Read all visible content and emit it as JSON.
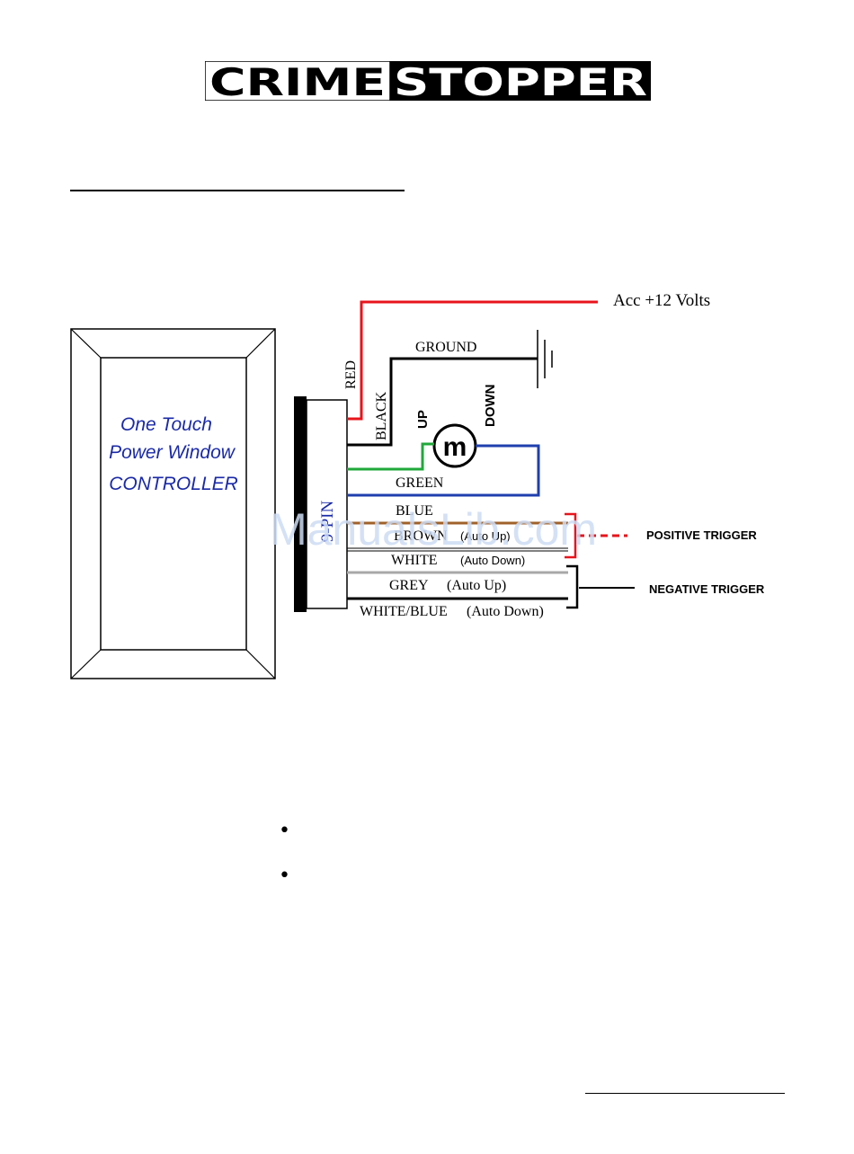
{
  "logo": {
    "part1": "CRIME",
    "part2": "STOPPER"
  },
  "controller": {
    "line1": "One Touch",
    "line2": "Power Window",
    "line3": "CONTROLLER"
  },
  "connector_label": "9-PIN",
  "accessory_label": "Acc +12 Volts",
  "wires": {
    "red": "RED",
    "black": "BLACK",
    "ground": "GROUND",
    "up": "UP",
    "down": "DOWN",
    "motor": "m",
    "green": "GREEN",
    "blue": "BLUE",
    "brown": "BROWN",
    "brown_note": "(Auto Up)",
    "white": "WHITE",
    "white_note": "(Auto Down)",
    "grey": "GREY",
    "grey_note": "(Auto Up)",
    "whiteblue": "WHITE/BLUE",
    "whiteblue_note": "(Auto Down)"
  },
  "triggers": {
    "positive": "POSITIVE TRIGGER",
    "negative": "NEGATIVE TRIGGER"
  },
  "watermark": "ManualsLib.com",
  "bullets": [
    "•",
    "•"
  ],
  "colors": {
    "red_wire": "#e8141c",
    "black_wire": "#000000",
    "green_wire": "#1fa83a",
    "blue_wire": "#1f3fae",
    "brown_wire": "#a0622a",
    "grey_wire": "#a8a8a8",
    "controller_text": "#1a2aa8",
    "watermark": "#cddcf3"
  }
}
